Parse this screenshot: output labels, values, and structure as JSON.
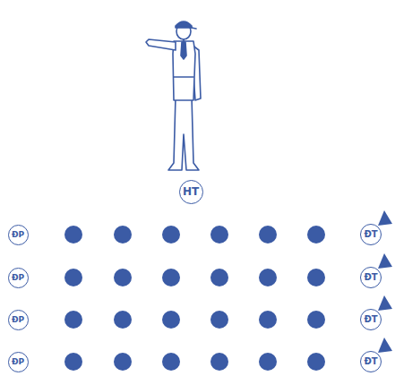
{
  "diagram": {
    "nodes": [
      {
        "text": [
          "HT"
        ]
      },
      {
        "text": [
          "ĐP"
        ]
      },
      {
        "text": [
          "ĐT"
        ]
      },
      {
        "text": [
          "ĐP"
        ]
      },
      {
        "text": [
          "ĐT"
        ]
      },
      {
        "text": [
          "ĐP"
        ]
      },
      {
        "text": [
          "ĐT"
        ]
      },
      {
        "text": [
          "ĐP"
        ]
      },
      {
        "text": [
          "ĐT"
        ]
      }
    ]
  }
}
